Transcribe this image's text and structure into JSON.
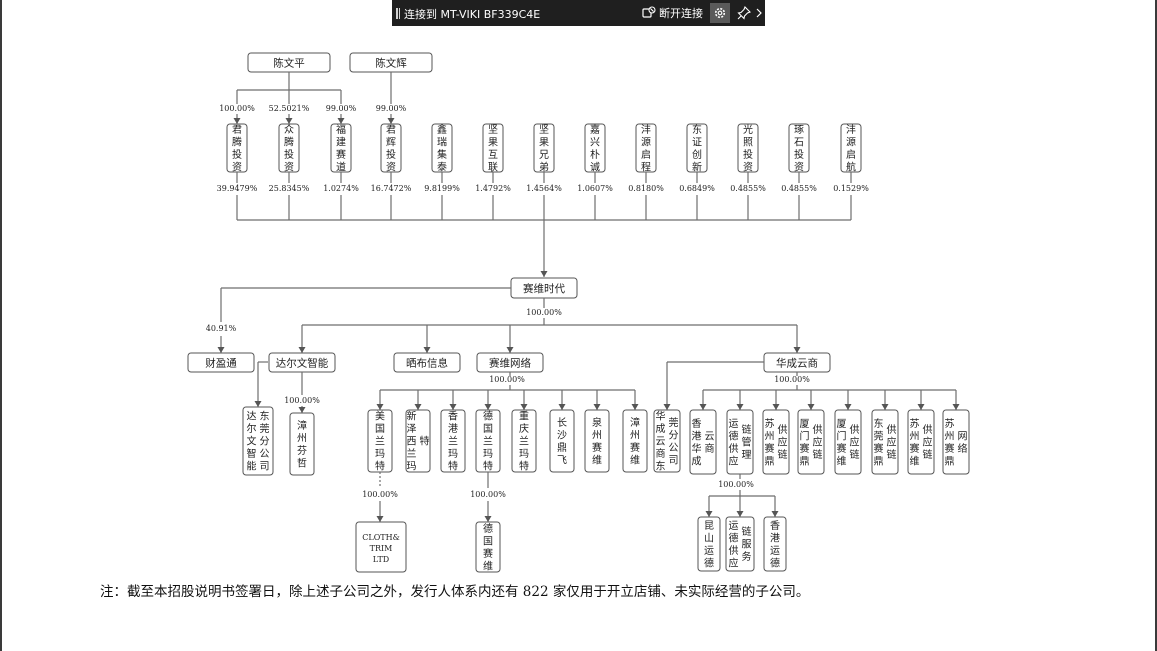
{
  "remote_bar": {
    "title": "连接到 MT-VIKI BF339C4E",
    "disconnect_label": "断开连接",
    "icons": [
      "disconnect-icon",
      "gear-icon",
      "pin-icon",
      "chevron-right-icon"
    ]
  },
  "owners": [
    {
      "name": "陈文平"
    },
    {
      "name": "陈文辉"
    }
  ],
  "top_links": [
    {
      "owner": 0,
      "pct": "100.00%"
    },
    {
      "owner": 0,
      "pct": "52.5021%"
    },
    {
      "owner": 0,
      "pct": "99.00%"
    },
    {
      "owner": 1,
      "pct": "99.00%"
    }
  ],
  "shareholders": [
    {
      "name": "君腾投资",
      "pct": "39.9479%"
    },
    {
      "name": "众腾投资",
      "pct": "25.8345%"
    },
    {
      "name": "福建赛道",
      "pct": "1.0274%"
    },
    {
      "name": "君辉投资",
      "pct": "16.7472%"
    },
    {
      "name": "鑫瑞集泰",
      "pct": "9.8199%"
    },
    {
      "name": "坚果互联",
      "pct": "1.4792%"
    },
    {
      "name": "坚果兄弟",
      "pct": "1.4564%"
    },
    {
      "name": "嘉兴朴诚",
      "pct": "1.0607%"
    },
    {
      "name": "沣源启程",
      "pct": "0.8180%"
    },
    {
      "name": "东证创新",
      "pct": "0.6849%"
    },
    {
      "name": "光照投资",
      "pct": "0.4855%"
    },
    {
      "name": "琢石投资",
      "pct": "0.4855%"
    },
    {
      "name": "沣源启航",
      "pct": "0.1529%"
    }
  ],
  "center": {
    "name": "赛维时代",
    "pct_down": "100.00%"
  },
  "level2": [
    {
      "name": "财盈通",
      "pct": "40.91%"
    },
    {
      "name": "达尔文智能"
    },
    {
      "name": "晒布信息"
    },
    {
      "name": "赛维网络",
      "pct_down": "100.00%"
    },
    {
      "name": "华成云商",
      "pct_down": "100.00%"
    }
  ],
  "darwin_children": [
    {
      "name": "达尔文智能东莞分公司"
    },
    {
      "name": "漳州芬哲",
      "pct": "100.00%"
    }
  ],
  "saiwei_children": [
    {
      "name": "美国兰玛特",
      "pct_down": "100.00%"
    },
    {
      "name": "新泽西兰玛特"
    },
    {
      "name": "香港兰玛特"
    },
    {
      "name": "德国兰玛特",
      "pct_down": "100.00%"
    },
    {
      "name": "重庆兰玛特"
    },
    {
      "name": "长沙鼎飞"
    },
    {
      "name": "泉州赛维"
    },
    {
      "name": "漳州赛维"
    }
  ],
  "us_child": {
    "name": "CLOTH& TRIM LTD",
    "lines": [
      "CLOTH&",
      "TRIM",
      "LTD"
    ]
  },
  "de_child": {
    "name": "德国赛维"
  },
  "huacheng_children": [
    {
      "name": "华成云商东莞分公司"
    },
    {
      "name": "香港华成云商"
    },
    {
      "name": "运德供应链管理",
      "pct_down": "100.00%"
    },
    {
      "name": "苏州赛鼎供应链"
    },
    {
      "name": "厦门赛鼎供应链"
    },
    {
      "name": "厦门赛维供应链"
    },
    {
      "name": "东莞赛鼎供应链"
    },
    {
      "name": "苏州赛维供应链"
    },
    {
      "name": "苏州赛鼎网络"
    }
  ],
  "yunde_children": [
    {
      "name": "昆山运德"
    },
    {
      "name": "运德供应链服务"
    },
    {
      "name": "香港运德"
    }
  ],
  "note": "注：截至本招股说明书签署日，除上述子公司之外，发行人体系内还有 822 家仅用于开立店铺、未实际经营的子公司。"
}
